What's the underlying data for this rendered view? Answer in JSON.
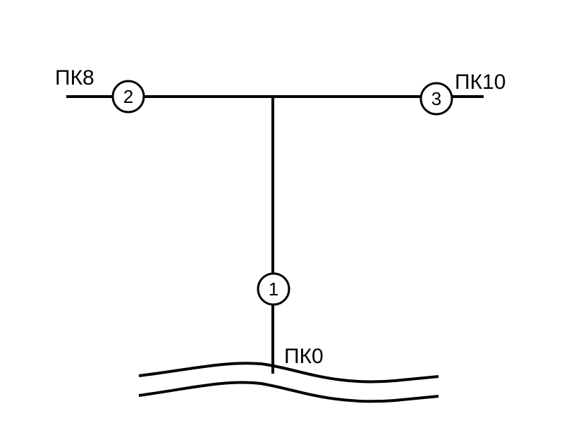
{
  "diagram": {
    "nodes": [
      {
        "id": "1",
        "label": "1"
      },
      {
        "id": "2",
        "label": "2"
      },
      {
        "id": "3",
        "label": "3"
      }
    ],
    "station_labels": {
      "left": "ПК8",
      "right": "ПК10",
      "bottom": "ПК0"
    }
  },
  "colors": {
    "stroke": "#000000",
    "background": "#ffffff"
  }
}
